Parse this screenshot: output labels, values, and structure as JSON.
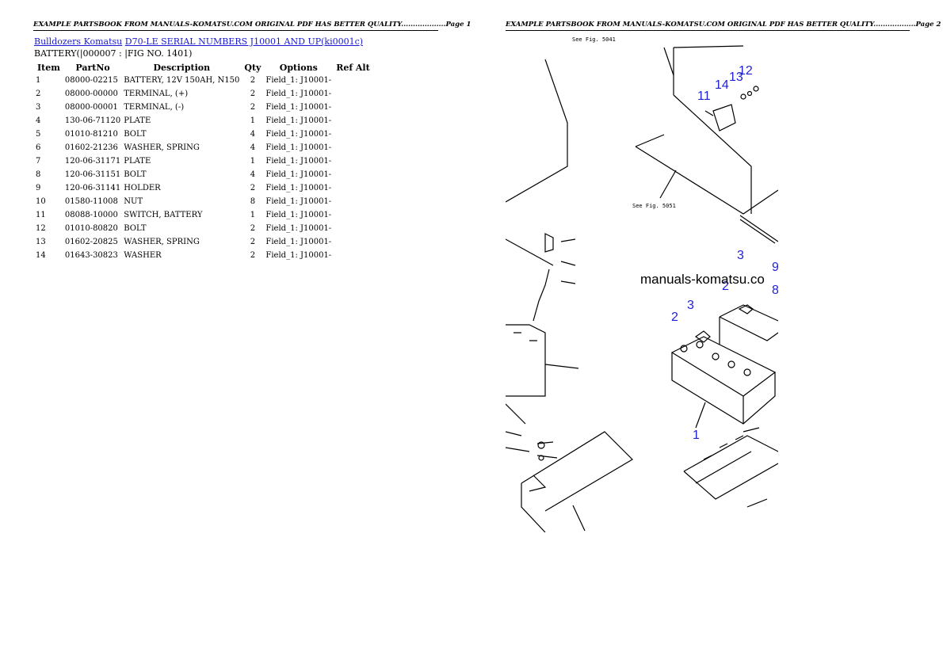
{
  "pages": [
    {
      "header": "EXAMPLE PARTSBOOK FROM MANUALS-KOMATSU.COM ORIGINAL PDF HAS BETTER QUALITY...................Page 1"
    },
    {
      "header": "EXAMPLE PARTSBOOK FROM MANUALS-KOMATSU.COM ORIGINAL PDF HAS BETTER QUALITY..................Page 2"
    }
  ],
  "breadcrumb": {
    "link1": "Bulldozers Komatsu",
    "link2": "D70-LE SERIAL NUMBERS J10001 AND UP(ki0001c)"
  },
  "subtitle": "BATTERY(|000007 : |FIG NO. 1401)",
  "table": {
    "headers": [
      "Item",
      "PartNo",
      "Description",
      "Qty",
      "Options",
      "Ref Alt"
    ],
    "rows": [
      {
        "item": "1",
        "part": "08000-02215",
        "desc": "BATTERY, 12V 150AH, N150",
        "qty": "2",
        "opt": "Field_1: J10001-"
      },
      {
        "item": "2",
        "part": "08000-00000",
        "desc": "TERMINAL, (+)",
        "qty": "2",
        "opt": "Field_1: J10001-"
      },
      {
        "item": "3",
        "part": "08000-00001",
        "desc": "TERMINAL, (-)",
        "qty": "2",
        "opt": "Field_1: J10001-"
      },
      {
        "item": "4",
        "part": "130-06-71120",
        "desc": "PLATE",
        "qty": "1",
        "opt": "Field_1: J10001-"
      },
      {
        "item": "5",
        "part": "01010-81210",
        "desc": "BOLT",
        "qty": "4",
        "opt": "Field_1: J10001-"
      },
      {
        "item": "6",
        "part": "01602-21236",
        "desc": "WASHER, SPRING",
        "qty": "4",
        "opt": "Field_1: J10001-"
      },
      {
        "item": "7",
        "part": "120-06-31171",
        "desc": "PLATE",
        "qty": "1",
        "opt": "Field_1: J10001-"
      },
      {
        "item": "8",
        "part": "120-06-31151",
        "desc": "BOLT",
        "qty": "4",
        "opt": "Field_1: J10001-"
      },
      {
        "item": "9",
        "part": "120-06-31141",
        "desc": "HOLDER",
        "qty": "2",
        "opt": "Field_1: J10001-"
      },
      {
        "item": "10",
        "part": "01580-11008",
        "desc": "NUT",
        "qty": "8",
        "opt": "Field_1: J10001-"
      },
      {
        "item": "11",
        "part": "08088-10000",
        "desc": "SWITCH, BATTERY",
        "qty": "1",
        "opt": "Field_1: J10001-"
      },
      {
        "item": "12",
        "part": "01010-80820",
        "desc": "BOLT",
        "qty": "2",
        "opt": "Field_1: J10001-"
      },
      {
        "item": "13",
        "part": "01602-20825",
        "desc": "WASHER, SPRING",
        "qty": "2",
        "opt": "Field_1: J10001-"
      },
      {
        "item": "14",
        "part": "01643-30823",
        "desc": "WASHER",
        "qty": "2",
        "opt": "Field_1: J10001-"
      }
    ]
  },
  "diagram": {
    "watermark": "manuals-komatsu.co",
    "fig_ref_top": "See Fig. 5041",
    "fig_ref_mid": "See Fig. 5051",
    "callouts": [
      "12",
      "14",
      "13",
      "11",
      "3",
      "9",
      "2",
      "8",
      "3",
      "2",
      "1"
    ]
  }
}
